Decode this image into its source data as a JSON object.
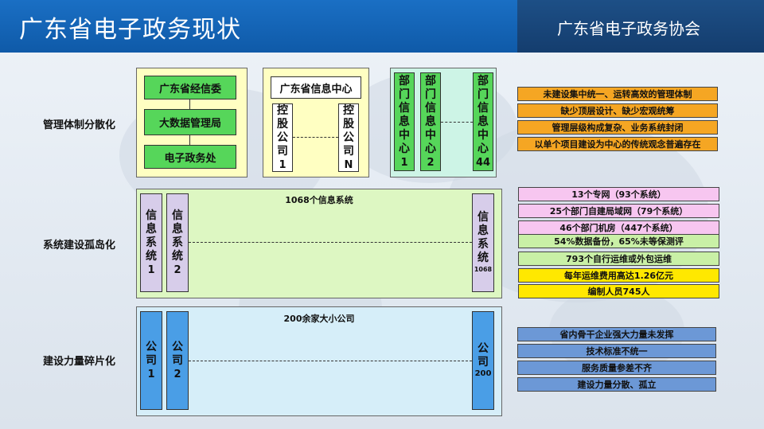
{
  "header": {
    "title": "广东省电子政务现状",
    "org": "广东省电子政务协会"
  },
  "rows": {
    "management": "管理体制分散化",
    "systems": "系统建设孤岛化",
    "construction": "建设力量碎片化"
  },
  "management": {
    "hierarchy": [
      "广东省经信委",
      "大数据管理局",
      "电子政务处"
    ],
    "info_center": {
      "title": "广东省信息中心",
      "first": [
        "控",
        "股",
        "公",
        "司",
        "1"
      ],
      "last": [
        "控",
        "股",
        "公",
        "司",
        "N"
      ]
    },
    "dept_centers": [
      [
        "部",
        "门",
        "信",
        "息",
        "中",
        "心",
        "1"
      ],
      [
        "部",
        "门",
        "信",
        "息",
        "中",
        "心",
        "2"
      ],
      [
        "部",
        "门",
        "信",
        "息",
        "中",
        "心",
        "44"
      ]
    ],
    "issues": [
      "未建设集中统一、运转高效的管理体制",
      "缺少顶层设计、缺少宏观统筹",
      "管理层级构成复杂、业务系统封闭",
      "以单个项目建设为中心的传统观念普遍存在"
    ]
  },
  "systems": {
    "title": "1068个信息系统",
    "first": [
      "信",
      "息",
      "系",
      "统",
      "1"
    ],
    "second": [
      "信",
      "息",
      "系",
      "统",
      "2"
    ],
    "last": [
      "信",
      "息",
      "系",
      "统",
      "1068"
    ],
    "facts": [
      "13个专网（93个系统）",
      "25个部门自建局域网（79个系统）",
      "46个部门机房（447个系统）",
      "54%数据备份，65%未等保测评",
      "793个自行运维或外包运维",
      "每年运维费用高达1.26亿元",
      "编制人员745人"
    ]
  },
  "construction": {
    "title": "200余家大小公司",
    "first": [
      "公",
      "司",
      "1"
    ],
    "second": [
      "公",
      "司",
      "2"
    ],
    "last": [
      "公",
      "司",
      "200"
    ],
    "issues": [
      "省内骨干企业强大力量未发挥",
      "技术标准不统一",
      "服务质量参差不齐",
      "建设力量分散、孤立"
    ]
  },
  "colors": {
    "header": "#1565b8",
    "orange": "#f5a623",
    "pink": "#f7c6f0",
    "lightgreen": "#c9f0a6",
    "yellow": "#ffe800",
    "steelblue": "#6c98d6"
  }
}
